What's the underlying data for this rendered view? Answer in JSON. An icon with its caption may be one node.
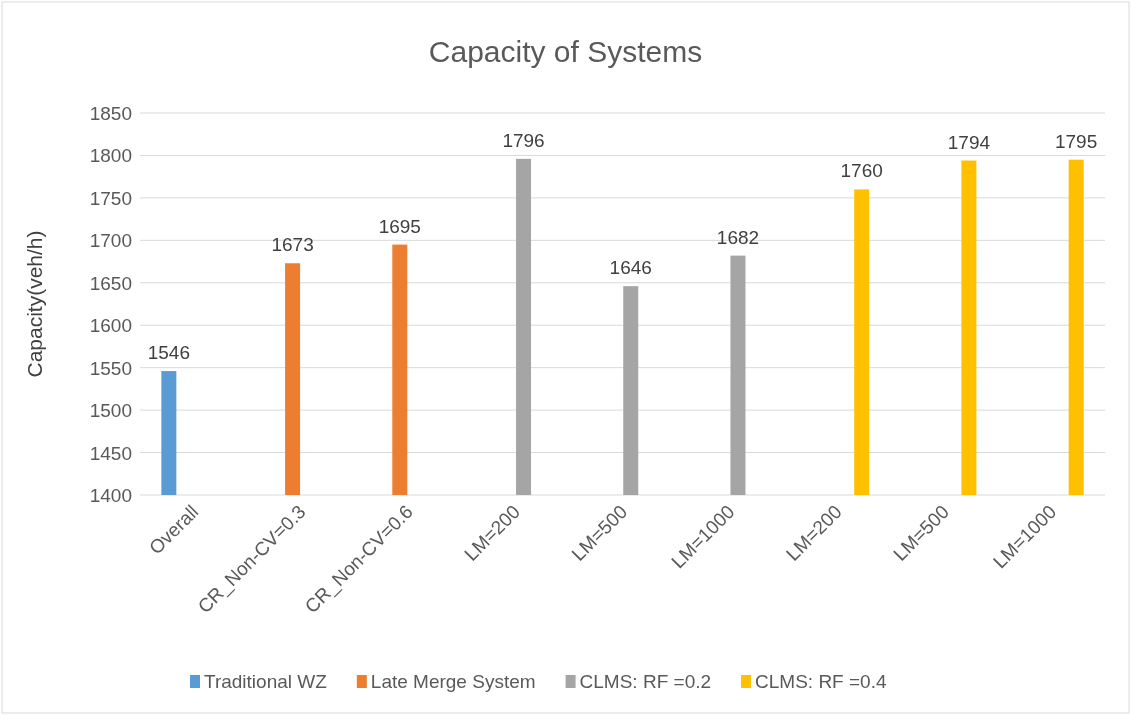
{
  "diagram": {
    "chart_data": {
      "type": "bar",
      "title": "Capacity of Systems",
      "ylabel": "Capacity(veh/h)",
      "categories": [
        "Overall",
        "CR_Non-CV=0.3",
        "CR_Non-CV=0.6",
        "LM=200",
        "LM=500",
        "LM=1000",
        "LM=200",
        "LM=500",
        "LM=1000"
      ],
      "series": [
        {
          "name": "Traditional WZ",
          "color": "#5b9bd5",
          "values": [
            1546,
            null,
            null,
            null,
            null,
            null,
            null,
            null,
            null
          ]
        },
        {
          "name": "Late Merge System",
          "color": "#ed7d31",
          "values": [
            null,
            1673,
            1695,
            null,
            null,
            null,
            null,
            null,
            null
          ]
        },
        {
          "name": "CLMS: RF =0.2",
          "color": "#a5a5a5",
          "values": [
            null,
            null,
            null,
            1796,
            1646,
            1682,
            null,
            null,
            null
          ]
        },
        {
          "name": "CLMS: RF =0.4",
          "color": "#ffc000",
          "values": [
            null,
            null,
            null,
            null,
            null,
            null,
            1760,
            1794,
            1795
          ]
        }
      ],
      "ylim": [
        1400,
        1850
      ],
      "yticks": [
        1400,
        1450,
        1500,
        1550,
        1600,
        1650,
        1700,
        1750,
        1800,
        1850
      ],
      "data_labels": true,
      "orientation": "vertical",
      "stacked": false,
      "grid": true,
      "legend": true
    }
  }
}
